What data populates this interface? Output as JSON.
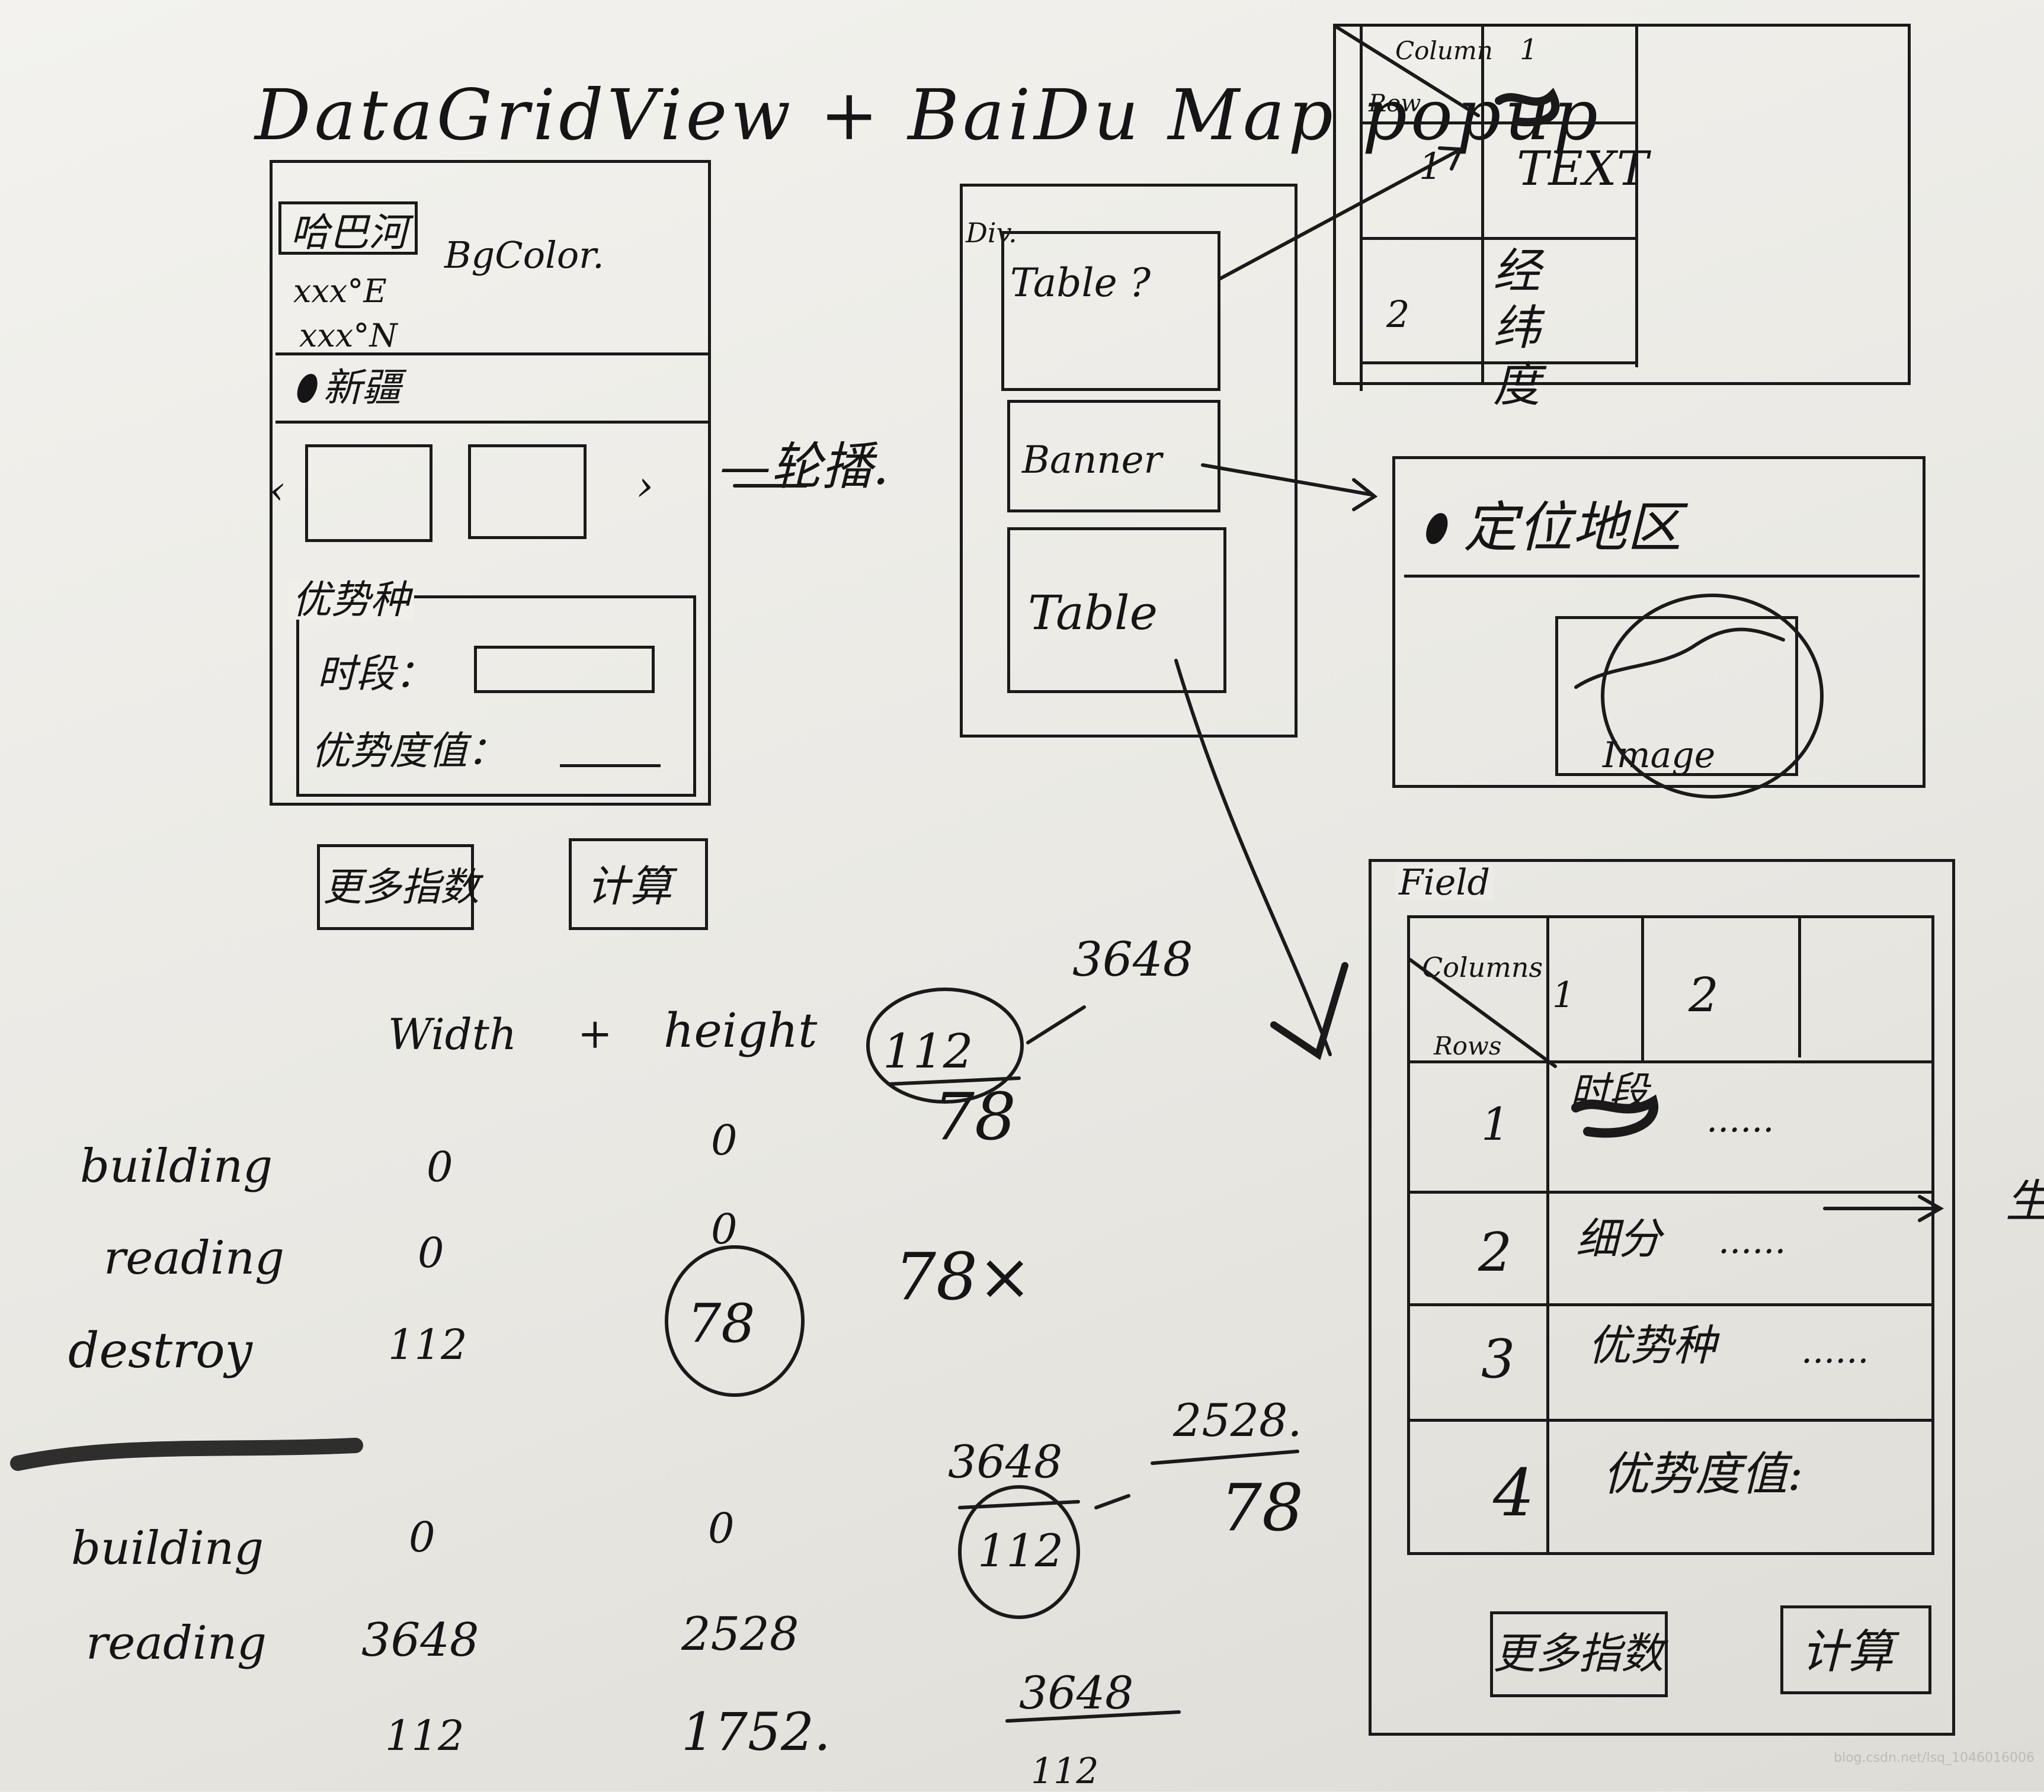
{
  "title": "DataGridView + BaiDu Map popup",
  "left_card": {
    "place": "哈巴河",
    "lon": "xxx°E",
    "lat": "xxx°N",
    "bg": "BgColor.",
    "region": "新疆",
    "fieldset": "优势种",
    "period_label": "时段：",
    "value_label": "优势度值：",
    "btn_more": "更多指数",
    "btn_calc": "计算"
  },
  "carousel_note": "—轮播.",
  "div_card": {
    "label": "Div.",
    "table_q": "Table ?",
    "banner": "Banner",
    "table": "Table"
  },
  "top_table": {
    "column": "Column",
    "row": "Row",
    "col1": "1",
    "r1": "1",
    "text": "TEXT",
    "r2": "2",
    "latlon": "经纬度"
  },
  "map_card": {
    "header": "定位地区",
    "image": "Image"
  },
  "field_table": {
    "legend": "Field",
    "columns": "Columns",
    "rows": "Rows",
    "c1": "1",
    "c2": "2",
    "r1": "1",
    "r1_text": "时段",
    "r2": "2",
    "r2_text": "细分",
    "r3": "3",
    "r3_text": "优势种",
    "r4": "4",
    "r4_text": "优势度值:",
    "dots": "......",
    "side": "生",
    "btn_more": "更多指数",
    "btn_calc": "计算"
  },
  "notes": {
    "width": "Width",
    "height": "height",
    "building": "building",
    "reading": "reading",
    "destroy": "destroy",
    "w0a": "0",
    "h0a": "0",
    "w0b": "0",
    "h0b": "0",
    "w112": "112",
    "h78": "78",
    "w0c": "0",
    "h0c": "0",
    "w3648": "3648",
    "h2528": "2528",
    "w112b": "112",
    "h1752": "1752.",
    "f1_num": "112",
    "f1_den": "78",
    "f1_res": "3648",
    "times": "78×",
    "f2_num": "3648",
    "f2_den": "112",
    "f3_num": "2528.",
    "f3_den": "78",
    "f4_num": "3648",
    "f4_den": "112"
  },
  "watermark": "blog.csdn.net/lsq_1046016006"
}
